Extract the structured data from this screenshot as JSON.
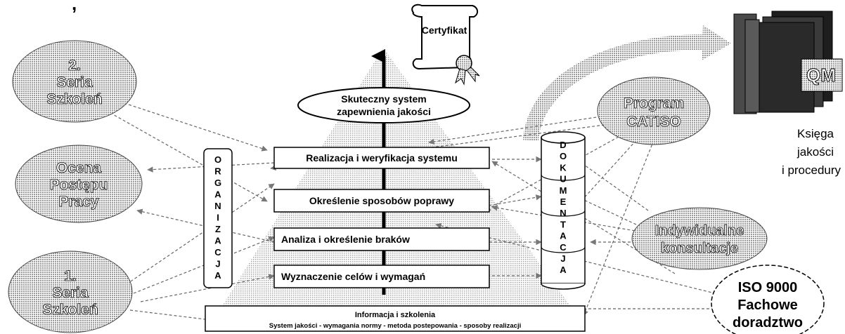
{
  "top_mark": ",",
  "certificate": {
    "label": "Certyfikat"
  },
  "goal": {
    "line1": "Skuteczny system",
    "line2": "zapewnienia jakości"
  },
  "left_ovals": [
    {
      "id": "seria2",
      "lines": [
        "2.",
        "Seria",
        "Szkoleń"
      ]
    },
    {
      "id": "ocena",
      "lines": [
        "Ocena",
        "Postępu",
        "Pracy"
      ]
    },
    {
      "id": "seria1",
      "lines": [
        "1.",
        "Seria",
        "Szkoleń"
      ]
    }
  ],
  "right_ovals": [
    {
      "id": "catiso",
      "lines": [
        "Program",
        "CATISO"
      ]
    },
    {
      "id": "indyw",
      "lines": [
        "Indywidualne",
        "konsultacje"
      ]
    }
  ],
  "iso_oval": {
    "lines": [
      "ISO 9000",
      "Fachowe",
      "doradztwo"
    ]
  },
  "organizacja": [
    "O",
    "R",
    "G",
    "A",
    "N",
    "I",
    "Z",
    "A",
    "C",
    "J",
    "A"
  ],
  "dokumentacja": [
    "D",
    "O",
    "K",
    "U",
    "M",
    "E",
    "N",
    "T",
    "A",
    "C",
    "J",
    "A"
  ],
  "steps": [
    {
      "id": "realizacja",
      "label": "Realizacja i weryfikacja systemu"
    },
    {
      "id": "poprawy",
      "label": "Określenie sposobów poprawy"
    },
    {
      "id": "braki",
      "label": "Analiza i określenie braków"
    },
    {
      "id": "cele",
      "label": "Wyznaczenie celów i wymagań"
    }
  ],
  "base": {
    "line1": "Informacja i szkolenia",
    "line2": "System jakości - wymagania normy - metoda postepowania - sposoby realizacji"
  },
  "qm": {
    "binder_label": "QM",
    "caption": [
      "Księga",
      "jakości",
      "i procedury"
    ]
  },
  "colors": {
    "dotted_fill": "#c4c4c4",
    "line": "#000000",
    "binder": "#2a2a2a"
  }
}
